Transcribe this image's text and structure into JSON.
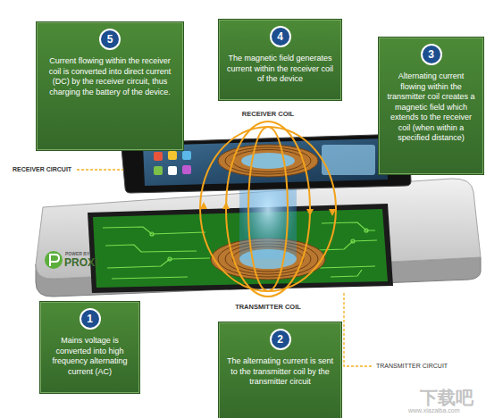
{
  "diagram": {
    "nodes": [
      {
        "text": [
          "5",
          "Current flowing within the receiver coil is converted into direct current (DC) by the receiver circuit, thus charging the battery of the device."
        ]
      },
      {
        "text": [
          "4",
          "The magnetic field generates current within the receiver coil of the device"
        ]
      },
      {
        "text": [
          "3",
          "Alternating current flowing within the transmitter coil creates a magnetic field which extends to the receiver coil (when within a specified distance)"
        ]
      },
      {
        "text": [
          "1",
          "Mains voltage is converted into high frequency alternating current (AC)"
        ]
      },
      {
        "text": [
          "2",
          "The alternating current is sent to the transmitter coil by the transmitter circuit"
        ]
      }
    ],
    "labels": [
      "RECEIVER COIL",
      "RECEIVER CIRCUIT",
      "TRANSMITTER COIL",
      "TRANSMITTER CIRCUIT",
      "POWER BY",
      "PROXI",
      "下载吧",
      "www.xiazaiba.com"
    ]
  }
}
